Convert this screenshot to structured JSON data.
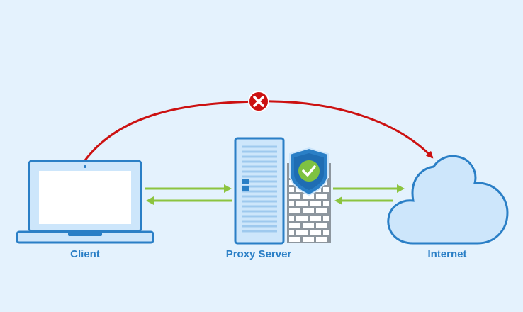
{
  "nodes": {
    "client": {
      "label": "Client"
    },
    "proxy": {
      "label": "Proxy Server"
    },
    "internet": {
      "label": "Internet"
    }
  },
  "connections": {
    "direct": {
      "status": "blocked",
      "status_icon": "x-circle-icon"
    },
    "client_proxy": {
      "direction": "bidirectional"
    },
    "proxy_internet": {
      "direction": "bidirectional"
    }
  },
  "icons": {
    "firewall": "brick-wall-icon",
    "shield": "shield-check-icon"
  },
  "colors": {
    "background": "#e4f2fd",
    "outline_blue": "#2a7fc6",
    "fill_light_blue": "#cde6fb",
    "blocked_red": "#cc1111",
    "arrow_green": "#8cc43f",
    "check_green": "#7ec242",
    "wall_gray": "#8d969e"
  }
}
